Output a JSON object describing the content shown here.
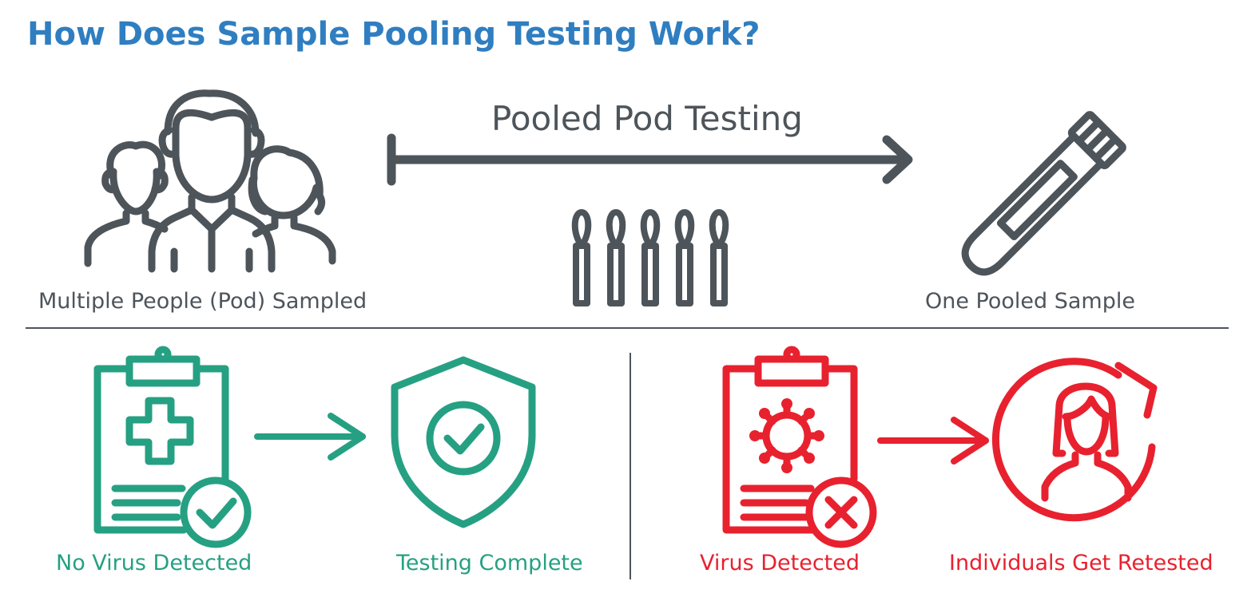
{
  "title": "How Does Sample Pooling Testing Work?",
  "top": {
    "process_label": "Pooled Pod Testing",
    "left_caption": "Multiple People (Pod) Sampled",
    "right_caption": "One Pooled Sample",
    "swab_count": 5
  },
  "bottom_left": {
    "step1_caption": "No Virus Detected",
    "step2_caption": "Testing Complete"
  },
  "bottom_right": {
    "step1_caption": "Virus Detected",
    "step2_caption": "Individuals Get Retested"
  },
  "colors": {
    "title": "#2f7ec1",
    "gray": "#4d545a",
    "green": "#26a082",
    "red": "#e8212f"
  }
}
